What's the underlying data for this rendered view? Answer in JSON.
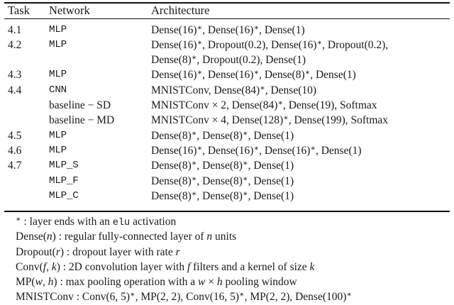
{
  "table": {
    "columns": [
      "Task",
      "Network",
      "Architecture"
    ],
    "rows": [
      {
        "task": "4.1",
        "network": "MLP",
        "network_style": "mono",
        "architecture": "Dense(16)*, Dense(16)*, Dense(1)"
      },
      {
        "task": "4.2",
        "network": "MLP",
        "network_style": "mono",
        "architecture": "Dense(16)*, Dropout(0.2), Dense(16)*, Dropout(0.2),"
      },
      {
        "task": "",
        "network": "",
        "network_style": "mono",
        "architecture": "Dense(8)*, Dropout(0.2), Dense(1)"
      },
      {
        "task": "4.3",
        "network": "MLP",
        "network_style": "mono",
        "architecture": "Dense(16)*, Dense(16)*, Dense(8)*, Dense(1)"
      },
      {
        "task": "4.4",
        "network": "CNN",
        "network_style": "mono",
        "architecture": "MNISTConv, Dense(84)*, Dense(10)"
      },
      {
        "task": "",
        "network": "baseline − SD",
        "network_style": "serif",
        "architecture": "MNISTConv × 2, Dense(84)*, Dense(19), Softmax"
      },
      {
        "task": "",
        "network": "baseline − MD",
        "network_style": "serif",
        "architecture": "MNISTConv × 4, Dense(128)*, Dense(199), Softmax"
      },
      {
        "task": "4.5",
        "network": "MLP",
        "network_style": "mono",
        "architecture": "Dense(8)*, Dense(8)*, Dense(1)"
      },
      {
        "task": "4.6",
        "network": "MLP",
        "network_style": "mono",
        "architecture": "Dense(16)*, Dense(16)*, Dense(16)*, Dense(1)"
      },
      {
        "task": "4.7",
        "network": "MLP_S",
        "network_style": "mono",
        "architecture": "Dense(8)*, Dense(8)*, Dense(1)"
      },
      {
        "task": "",
        "network": "MLP_F",
        "network_style": "mono",
        "architecture": "Dense(8)*, Dense(8)*, Dense(1)"
      },
      {
        "task": "",
        "network": "MLP_C",
        "network_style": "mono",
        "architecture": "Dense(8)*, Dense(8)*, Dense(1)"
      }
    ]
  },
  "legend": {
    "lines": [
      "* : layer ends with an @@elu@@ activation",
      "Dense(##n##) : regular fully-connected layer of ##n## units",
      "Dropout(##r##) : dropout layer with rate ##r##",
      "Conv(##f##, ##k##) : 2D convolution layer with ##f## filters and a kernel of size ##k##",
      "MP(##w##, ##h##) : max pooling operation with a ##w## × ##h## pooling window",
      "MNISTConv : Conv(6, 5)*, MP(2, 2), Conv(16, 5)*, MP(2, 2), Dense(100)*"
    ]
  },
  "colors": {
    "rule": "#111111",
    "text": "#1a1a1a",
    "background": "#ffffff"
  }
}
